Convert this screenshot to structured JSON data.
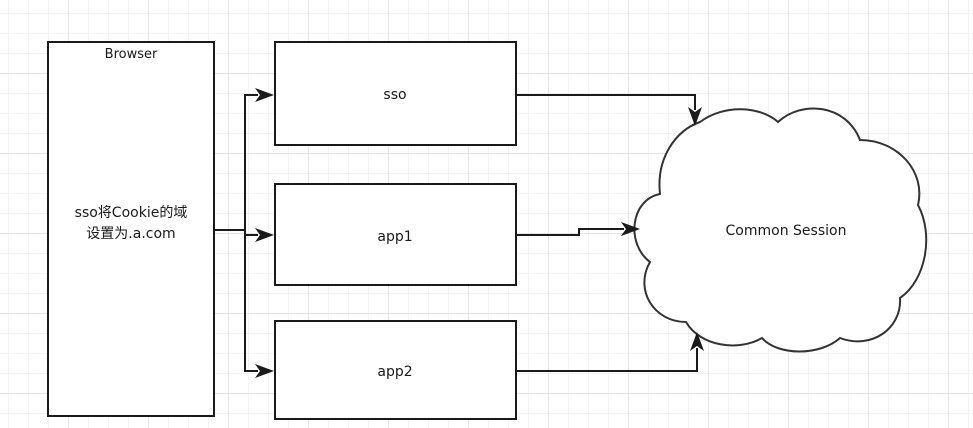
{
  "diagram": {
    "nodes": {
      "browser": {
        "title": "Browser",
        "note_line1": "sso将Cookie的域",
        "note_line2": "设置为.a.com"
      },
      "sso": {
        "label": "sso"
      },
      "app1": {
        "label": "app1"
      },
      "app2": {
        "label": "app2"
      },
      "session": {
        "label": "Common Session"
      }
    },
    "edges": [
      {
        "from": "browser",
        "to": "sso"
      },
      {
        "from": "browser",
        "to": "app1"
      },
      {
        "from": "browser",
        "to": "app2"
      },
      {
        "from": "sso",
        "to": "session"
      },
      {
        "from": "app1",
        "to": "session"
      },
      {
        "from": "app2",
        "to": "session"
      }
    ]
  }
}
